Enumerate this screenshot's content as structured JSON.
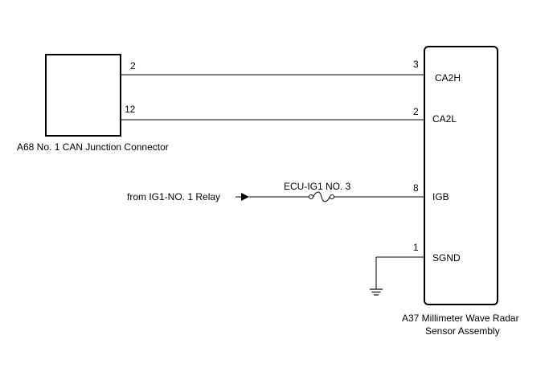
{
  "connector_a68": {
    "label": "A68  No. 1 CAN Junction Connector",
    "pins": {
      "can_high_pin": "2",
      "can_low_pin": "12"
    }
  },
  "radar_sensor_a37": {
    "label_line1": "A37  Millimeter Wave Radar",
    "label_line2": "Sensor Assembly",
    "pins": [
      {
        "number": "3",
        "terminal": "CA2H"
      },
      {
        "number": "2",
        "terminal": "CA2L"
      },
      {
        "number": "8",
        "terminal": "IGB"
      },
      {
        "number": "1",
        "terminal": "SGND"
      }
    ]
  },
  "power_source": {
    "label": "from IG1-NO. 1 Relay"
  },
  "fuse": {
    "label": "ECU-IG1 NO. 3"
  },
  "ground": {
    "icon": "ground-icon"
  },
  "colors": {
    "line": "#000000",
    "background": "#ffffff"
  }
}
